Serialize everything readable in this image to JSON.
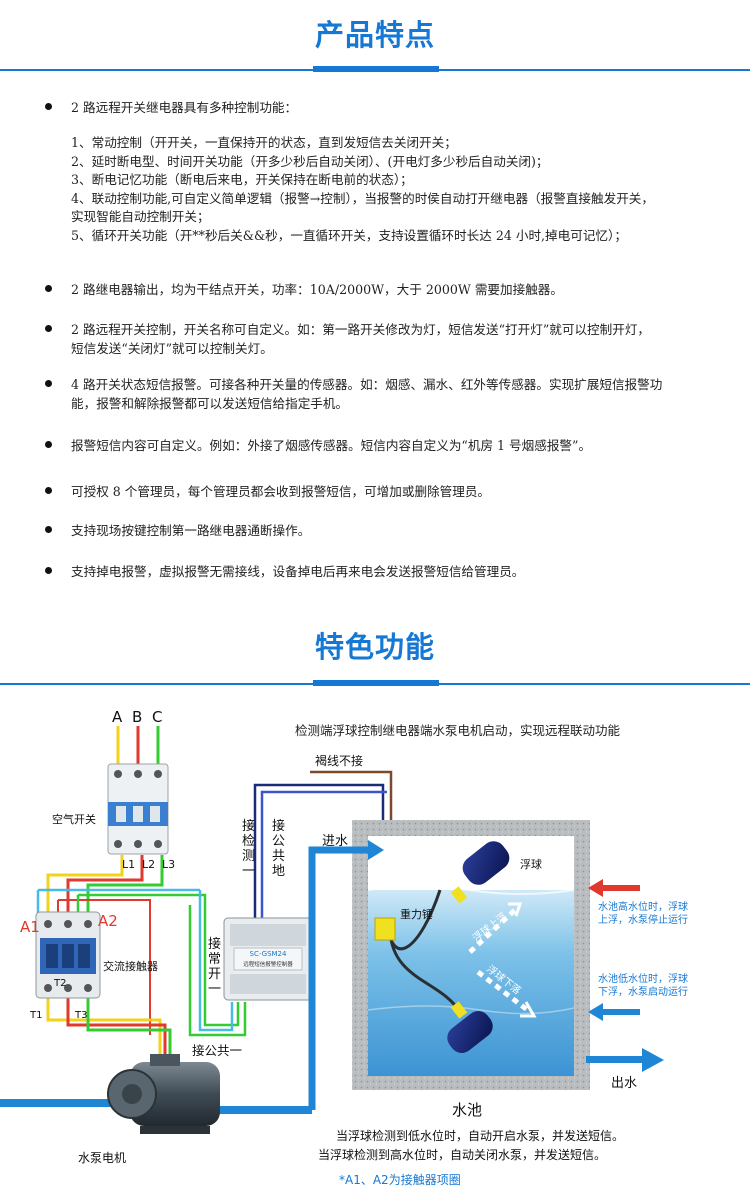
{
  "section1": {
    "title": "产品特点"
  },
  "features": [
    {
      "bullet": true,
      "lines": [
        "2 路远程开关继电器具有多种控制功能："
      ]
    },
    {
      "bullet": false,
      "lines": [
        "1、常动控制（开开关，一直保持开的状态，直到发短信去关闭开关；",
        "2、延时断电型、时间开关功能（开多少秒后自动关闭）、(开电灯多少秒后自动关闭)；",
        "3、断电记忆功能（断电后来电，开关保持在断电前的状态）；",
        "4、联动控制功能,可自定义简单逻辑（报警→控制），当报警的时侯自动打开继电器（报警直接触发开关，",
        "实现智能自动控制开关；",
        "5、循环开关功能（开**秒后关&&秒，一直循环开关，支持设置循环时长达 24 小时,掉电可记忆）；"
      ]
    },
    {
      "bullet": true,
      "lines": [
        "2 路继电器输出，均为干结点开关，功率：10A/2000W，大于 2000W 需要加接触器。"
      ]
    },
    {
      "bullet": true,
      "lines": [
        "2  路远程开关控制，开关名称可自定义。如：第一路开关修改为灯，短信发送“打开灯”就可以控制开灯，",
        "短信发送“关闭灯”就可以控制关灯。"
      ]
    },
    {
      "bullet": true,
      "lines": [
        "4 路开关状态短信报警。可接各种开关量的传感器。如：烟感、漏水、红外等传感器。实现扩展短信报警功",
        "能，报警和解除报警都可以发送短信给指定手机。"
      ]
    },
    {
      "bullet": true,
      "lines": [
        "报警短信内容可自定义。例如：外接了烟感传感器。短信内容自定义为“机房 1 号烟感报警”。"
      ]
    },
    {
      "bullet": true,
      "lines": [
        "可授权 8 个管理员，每个管理员都会收到报警短信，可增加或删除管理员。"
      ]
    },
    {
      "bullet": true,
      "lines": [
        "支持现场按键控制第一路继电器通断操作。"
      ]
    },
    {
      "bullet": true,
      "lines": [
        "支持掉电报警，虚拟报警无需接线，设备掉电后再来电会发送报警短信给管理员。"
      ]
    }
  ],
  "section2": {
    "title": "特色功能"
  },
  "diagram": {
    "caption_top": "检测端浮球控制继电器端水泵电机启动，实现远程联动功能",
    "phase_a": "A",
    "phase_b": "B",
    "phase_c": "C",
    "air_switch": "空气开关",
    "l1": "L1",
    "l2": "L2",
    "l3": "L3",
    "a1": "A1",
    "a2": "A2",
    "contactor": "交流接触器",
    "t1": "T1",
    "t2": "T2",
    "t3": "T3",
    "brown_wire": "褐线不接",
    "detect_one": "接检测一",
    "common_gnd": "接公共地",
    "normally_open": "接常开一",
    "common_one": "接公共一",
    "module_name": "SC-GSM24",
    "module_sub": "远程短信报警控制器",
    "water_in": "进水",
    "float_ball": "浮球",
    "weight": "重力锤",
    "float_up": "浮球上浮",
    "float_down": "浮球下落",
    "high_note_1": "水池高水位时，浮球",
    "high_note_2": "上浮，水泵停止运行",
    "low_note_1": "水池低水位时，浮球",
    "low_note_2": "下浮，水泵启动运行",
    "water_out": "出水",
    "pool": "水池",
    "pump": "水泵电机",
    "desc_1": "当浮球检测到低水位时，自动开启水泵，并发送短信。",
    "desc_2": "当浮球检测到高水位时，自动关闭水泵，并发送短信。",
    "footnote": "*A1、A2为接触器项圈",
    "colors": {
      "accent": "#1478d4",
      "wire_red": "#e03a2e",
      "wire_green": "#33cc33",
      "wire_yellow": "#f2d21a",
      "wire_cyan": "#49b9e8",
      "wire_navy": "#1c2a7a",
      "pipe": "#1f86d6"
    }
  }
}
